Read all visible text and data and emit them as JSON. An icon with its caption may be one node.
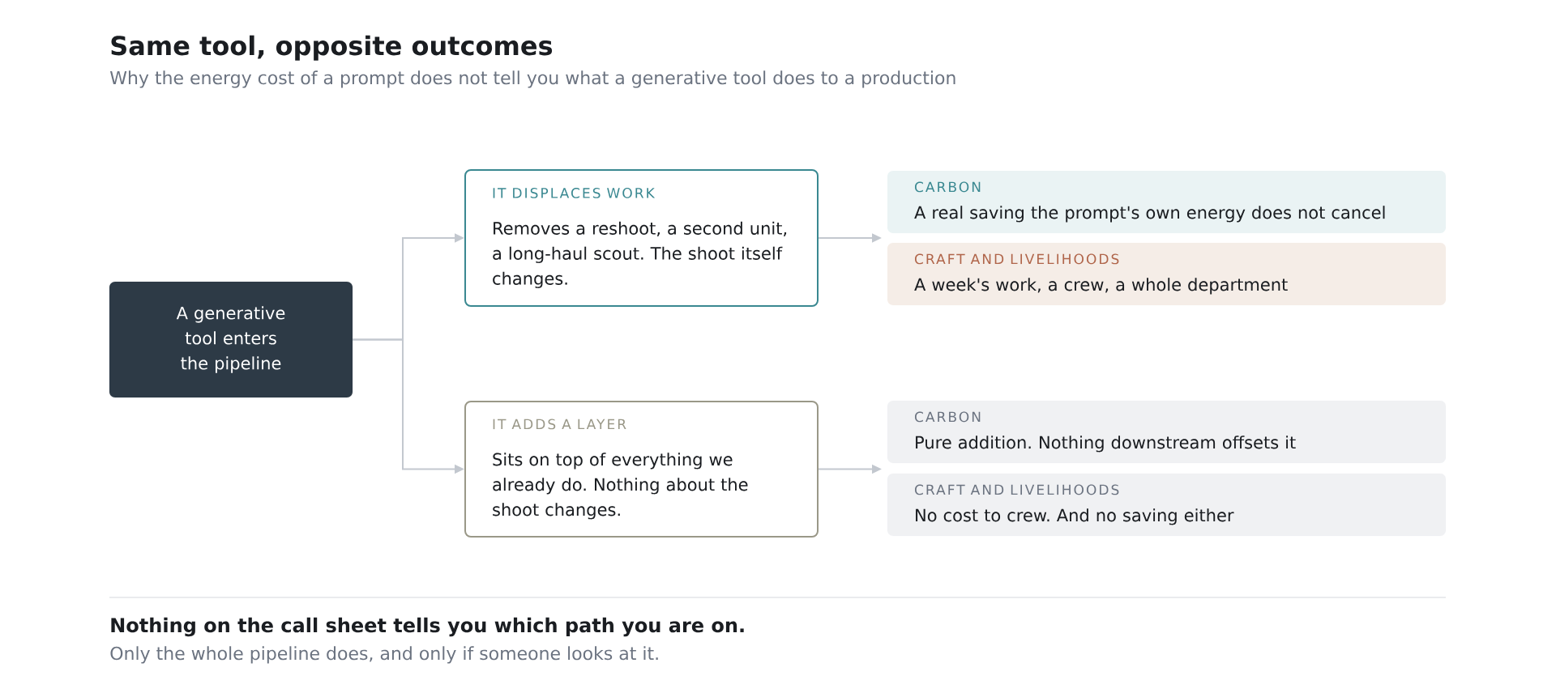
{
  "diagram": {
    "title": "Same tool, opposite outcomes",
    "nodes": [
      {
        "text": [
          "A generative tool enters the pipeline"
        ]
      },
      {
        "text": [
          "IT DISPLACES WORK",
          "Removes a reshoot, a second unit, a long-haul scout. The shoot itself changes."
        ]
      },
      {
        "text": [
          "CARBON",
          "A real saving the prompt's own energy does not cancel"
        ]
      },
      {
        "text": [
          "CRAFT AND LIVELIHOODS",
          "A week's work, a crew, a whole department"
        ]
      },
      {
        "text": [
          "IT ADDS A LAYER",
          "Sits on top of everything we already do. Nothing about the shoot changes."
        ]
      },
      {
        "text": [
          "CARBON",
          "Pure addition. Nothing downstream offsets it"
        ]
      },
      {
        "text": [
          "CRAFT AND LIVELIHOODS",
          "No cost to crew. And no saving either"
        ]
      }
    ],
    "edges": [
      {
        "from": 0,
        "to": 1,
        "arrow": "to"
      },
      {
        "from": 0,
        "to": 4,
        "arrow": "to"
      },
      {
        "from": 1,
        "to": 2,
        "arrow": "to"
      },
      {
        "from": 1,
        "to": 3,
        "arrow": "to"
      },
      {
        "from": 4,
        "to": 5,
        "arrow": "to"
      },
      {
        "from": 4,
        "to": 6,
        "arrow": "to"
      }
    ],
    "labels": [
      "Why the energy cost of a prompt does not tell you what a generative tool does to a production",
      "Nothing on the call sheet tells you which path you are on.",
      "Only the whole pipeline does, and only if someone looks at it."
    ]
  }
}
